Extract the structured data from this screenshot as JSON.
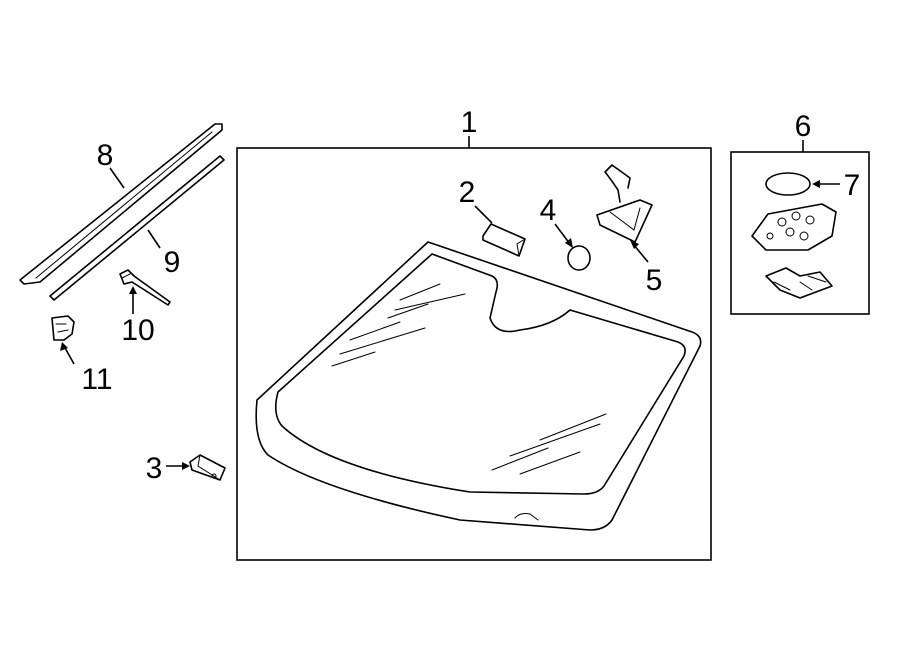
{
  "callouts": {
    "c1": "1",
    "c2": "2",
    "c3": "3",
    "c4": "4",
    "c5": "5",
    "c6": "6",
    "c7": "7",
    "c8": "8",
    "c9": "9",
    "c10": "10",
    "c11": "11"
  },
  "parts": [
    {
      "callout": "1",
      "icon": "windshield-glass-icon"
    },
    {
      "callout": "2",
      "icon": "spacer-block-icon"
    },
    {
      "callout": "3",
      "icon": "spacer-block-icon"
    },
    {
      "callout": "4",
      "icon": "round-pad-icon"
    },
    {
      "callout": "5",
      "icon": "sensor-bracket-icon"
    },
    {
      "callout": "6",
      "icon": "rain-sensor-assembly-icon"
    },
    {
      "callout": "7",
      "icon": "o-ring-icon"
    },
    {
      "callout": "8",
      "icon": "side-molding-icon"
    },
    {
      "callout": "9",
      "icon": "side-molding-icon"
    },
    {
      "callout": "10",
      "icon": "push-pin-rivet-icon"
    },
    {
      "callout": "11",
      "icon": "retainer-clip-icon"
    }
  ]
}
